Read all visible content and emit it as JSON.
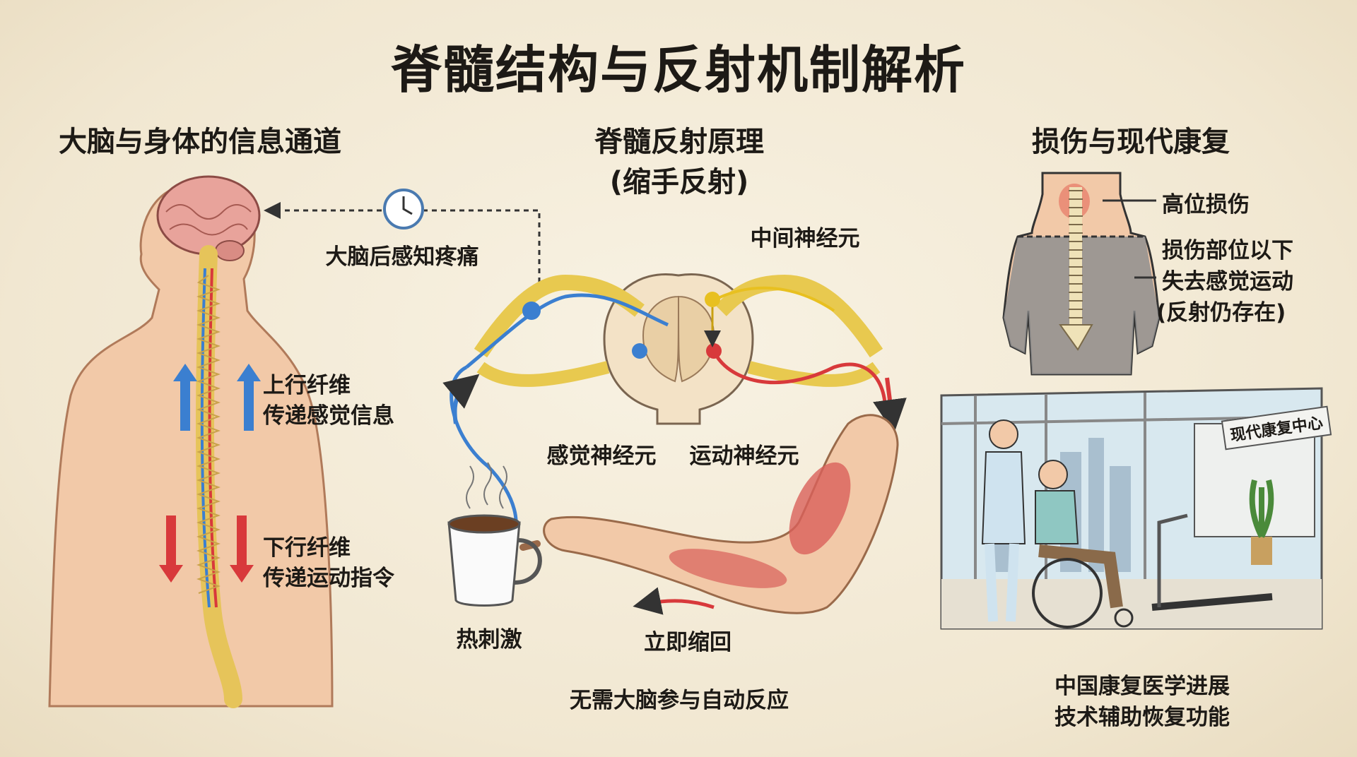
{
  "title": "脊髓结构与反射机制解析",
  "left_panel": {
    "heading": "大脑与身体的信息通道",
    "brain_delay_label": "大脑后感知疼痛",
    "ascending": {
      "line1": "上行纤维",
      "line2": "传递感觉信息"
    },
    "descending": {
      "line1": "下行纤维",
      "line2": "传递运动指令"
    }
  },
  "middle_panel": {
    "heading": "脊髓反射原理",
    "subheading": "(缩手反射)",
    "interneuron": "中间神经元",
    "sensory_neuron": "感觉神经元",
    "motor_neuron": "运动神经元",
    "stimulus": "热刺激",
    "withdraw": "立即缩回",
    "footer": "无需大脑参与自动反应"
  },
  "right_panel": {
    "heading": "损伤与现代康复",
    "injury_label": "高位损伤",
    "effect": {
      "line1": "损伤部位以下",
      "line2": "失去感觉运动",
      "line3": "(反射仍存在)"
    },
    "center_sign": "现代康复中心",
    "caption": {
      "line1": "中国康复医学进展",
      "line2": "技术辅助恢复功能"
    }
  },
  "colors": {
    "sensory": "#3b7fd0",
    "motor": "#d8393b",
    "interneuron": "#e8c020",
    "skin": "#f2c9a8"
  }
}
